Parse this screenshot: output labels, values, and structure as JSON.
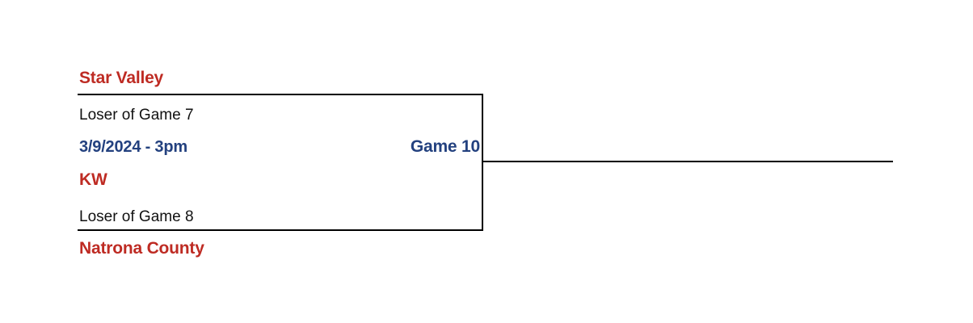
{
  "bracket": {
    "game": {
      "label": "Game 10",
      "datetime": "3/9/2024 - 3pm"
    },
    "top_slot": {
      "team": "Star Valley",
      "seed_description": "Loser of Game 7"
    },
    "bottom_slot": {
      "team": "KW",
      "seed_description": "Loser of Game 8"
    },
    "winner_slot": {
      "team": "Natrona County"
    },
    "colors": {
      "team": "#BE2B23",
      "game": "#23417F",
      "seed": "#111111",
      "line": "#000000",
      "background": "#FFFFFF"
    }
  }
}
